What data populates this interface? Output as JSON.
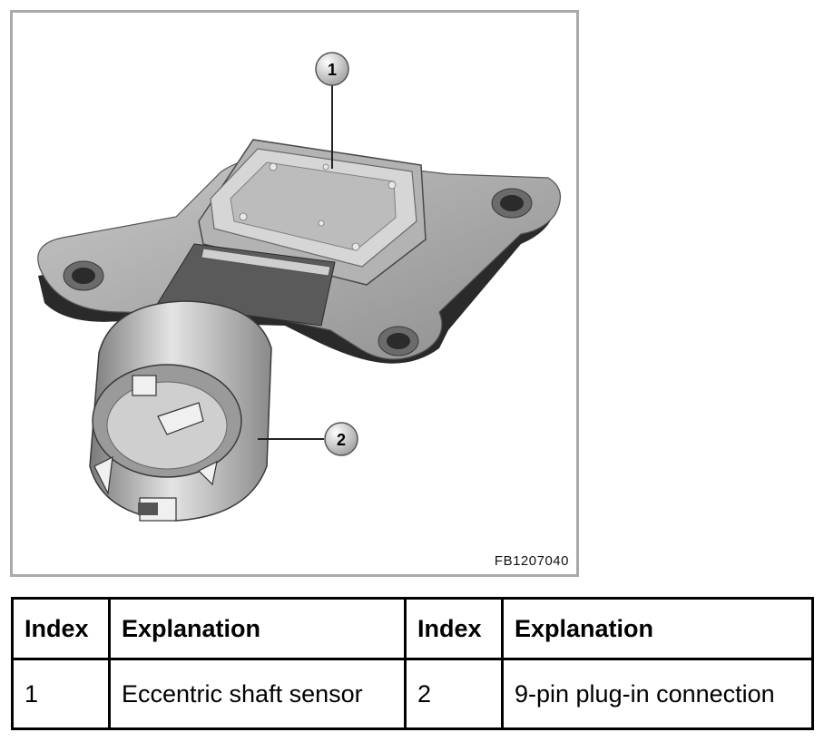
{
  "figure": {
    "code": "FB1207040",
    "callouts": [
      {
        "label": "1"
      },
      {
        "label": "2"
      }
    ]
  },
  "legend": {
    "headers": [
      "Index",
      "Explanation",
      "Index",
      "Explanation"
    ],
    "rows": [
      {
        "index_a": "1",
        "text_a": "Eccentric shaft sensor",
        "index_b": "2",
        "text_b": "9-pin plug-in connection"
      }
    ]
  }
}
